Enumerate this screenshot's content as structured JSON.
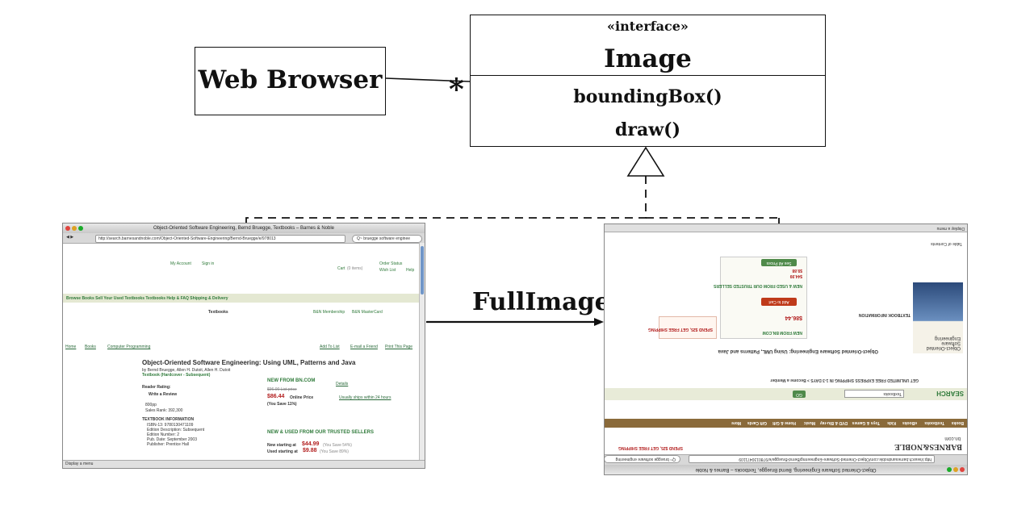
{
  "diagram": {
    "web_browser": {
      "name": "Web Browser"
    },
    "association": {
      "multiplicity": "*"
    },
    "interface": {
      "stereotype": "«interface»",
      "name": "Image",
      "operations": [
        "boundingBox()",
        "draw()"
      ]
    },
    "arrow_label": "FullImage"
  },
  "screenshot_left": {
    "window_title": "Object-Oriented Software Engineering, Bernd Bruegge, Textbooks – Barnes & Noble",
    "url": "http://search.barnesandnoble.com/Object-Oriented-Software-Engineering/Bernd-Bruegge/e/978013",
    "search_text": "Q~ bruegge software enginee",
    "header_links": [
      "My Account",
      "Sign in",
      "Cart",
      "(0 items)",
      "Order Status",
      "Wish List",
      "Help"
    ],
    "nav_bar": "Browse Books   Sell Your Used Textbooks   Textbooks Help & FAQ   Shipping & Delivery",
    "section": "Textbooks",
    "membership_links": [
      "B&N Membership",
      "B&N MasterCard"
    ],
    "breadcrumb": [
      "Home",
      "Books",
      "Computer Programming"
    ],
    "action_links": [
      "Add To List",
      "E-mail a Friend",
      "Print This Page"
    ],
    "book_title": "Object-Oriented Software Engineering: Using UML, Patterns and Java",
    "authors": "by Bernd Bruegge, Allen H. Dutoit, Allen H. Dutoit",
    "format": "Textbook (Hardcover - Subsequent)",
    "reader_rating": "Reader Rating:",
    "write_review": "Write a Review",
    "pages": "800pp",
    "sales_rank": "Sales Rank: 392,300",
    "info_heading": "TEXTBOOK INFORMATION",
    "info_lines": [
      "ISBN-13: 9780130471109",
      "Edition Description: Subsequent",
      "Edition Number: 2",
      "Pub. Date: September 2003",
      "Publisher: Prentice Hall"
    ],
    "new_heading": "NEW FROM BN.COM",
    "list_price": "$96.00 List price",
    "online_price": "$86.44",
    "online_price_label": "Online Price",
    "you_save": "(You Save 11%)",
    "details": "Details",
    "ships": "Usually ships within 24 hours",
    "used_heading": "NEW & USED FROM OUR TRUSTED SELLERS",
    "new_starting": "New starting at",
    "new_price": "$44.99",
    "new_save": "(You Save 54%)",
    "used_starting": "Used starting at",
    "used_price": "$9.88",
    "used_save": "(You Save 89%)",
    "status": "Display a menu"
  },
  "screenshot_right": {
    "window_title": "Object-Oriented Software Engineering, Bernd Bruegge, Textbooks – Barnes & Noble",
    "url": "http://search.barnesandnoble.com/Object-Oriented-Software-Engineering/Bernd-Bruegge/e/9780130471109",
    "search_text": "Q~ bruegge software engineering",
    "logo": "BARNES&NOBLE",
    "logo_sub": "bn.com",
    "promo": "SPEND $25, GET FREE SHIPPING",
    "tabs": [
      "Books",
      "Textbooks",
      "eBooks",
      "Kids",
      "Toys & Games",
      "DVD & Blu-ray",
      "Music",
      "Home & Gift",
      "Gift Cards",
      "More"
    ],
    "search_label": "SEARCH",
    "search_box": "Textbooks",
    "go": "GO",
    "shipping_banner": "GET UNLIMITED FREE EXPRESS SHIPPING   IN 1-3 DAYS > Become a Member",
    "book_title": "Object-Oriented Software Engineering: Using UML, Patterns and Java",
    "cover_title": "Object-Oriented Software Engineering",
    "new_heading": "NEW FROM BN.COM",
    "online_price": "$86.44",
    "add_to_cart": "Add to Cart",
    "promo_box": "SPEND $25, GET FREE SHIPPING",
    "used_heading": "NEW & USED FROM OUR TRUSTED SELLERS",
    "new_price": "$44.99",
    "used_price": "$9.88",
    "see_all": "See All Prices",
    "info_heading": "TEXTBOOK INFORMATION",
    "toc": "Table of Contents",
    "status": "Display a menu"
  }
}
